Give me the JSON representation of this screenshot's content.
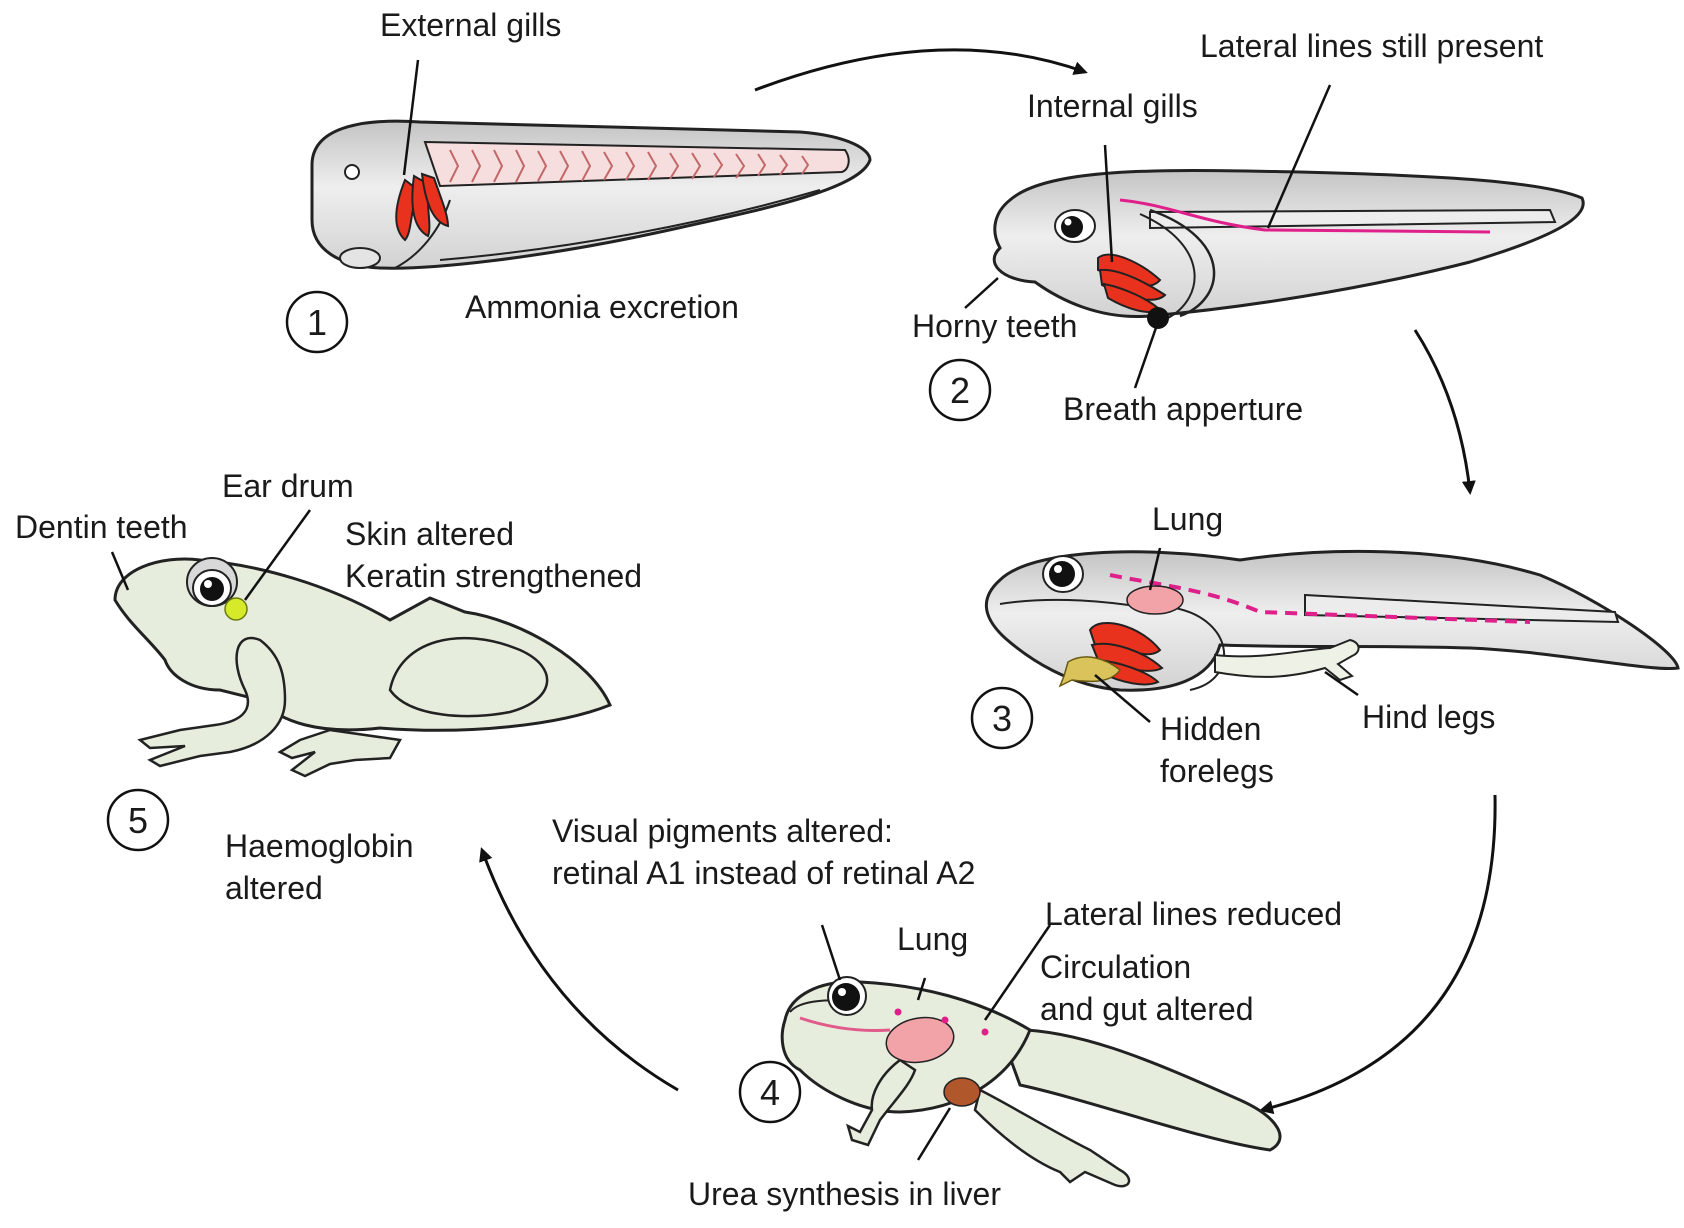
{
  "stages": [
    {
      "number": "1"
    },
    {
      "number": "2"
    },
    {
      "number": "3"
    },
    {
      "number": "4"
    },
    {
      "number": "5"
    }
  ],
  "labels": {
    "external_gills": "External gills",
    "ammonia_excretion": "Ammonia excretion",
    "lateral_lines_still_present": "Lateral lines still present",
    "internal_gills": "Internal gills",
    "horny_teeth": "Horny teeth",
    "breath_apperture": "Breath apperture",
    "lung_3": "Lung",
    "hidden_forelegs_1": "Hidden",
    "hidden_forelegs_2": "forelegs",
    "hind_legs": "Hind legs",
    "visual_pigments_1": "Visual pigments altered:",
    "visual_pigments_2": "retinal A1 instead of retinal A2",
    "lung_4": "Lung",
    "lateral_lines_reduced": "Lateral lines reduced",
    "circulation_1": "Circulation",
    "circulation_2": "and gut altered",
    "urea_synthesis": "Urea synthesis in liver",
    "haemoglobin_1": "Haemoglobin",
    "haemoglobin_2": "altered",
    "ear_drum": "Ear drum",
    "dentin_teeth": "Dentin teeth",
    "skin_altered": "Skin altered",
    "keratin": "Keratin strengthened"
  },
  "colors": {
    "gill_red": "#e8321e",
    "lateral_line_magenta": "#e0208a",
    "lung_pink": "#f2a3a8",
    "tadpole_gray": "#d6d6d6",
    "frog_green": "#e7eddd",
    "liver_brown": "#b0572c",
    "eardrum_yellow": "#d7ea2a",
    "foreleg_yellow": "#d9c35a"
  }
}
